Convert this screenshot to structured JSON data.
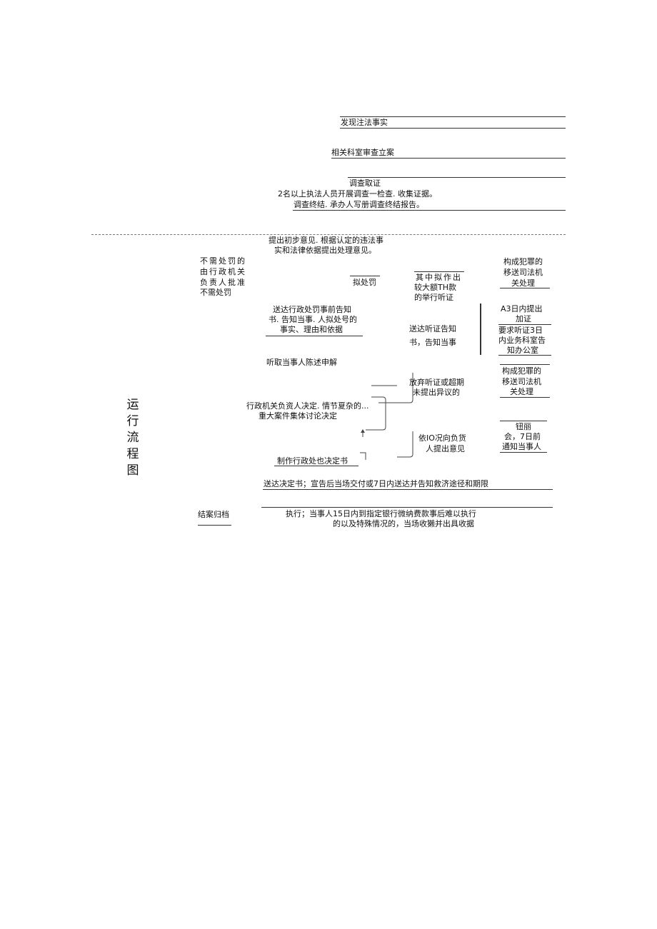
{
  "flowchart": {
    "nodes": {
      "discover": "发现注法事实",
      "register": "相关科室审查立案",
      "investigate": "调查取证",
      "investigate_detail": "2名以上执法人员开展调查一检查. 收集证据。",
      "investigate_end": "调查终结. 承办人写册调查终结报告。",
      "opinion_line1": "提出初步意见. 根据认定的违法事",
      "opinion_line2": "实和法律依据提出处理意见。",
      "no_penalty_line1": "不需处罚的",
      "no_penalty_line2": "由行政机关",
      "no_penalty_line3": "负责人批准",
      "no_penalty_line4": "不需处罚",
      "proposed_penalty": "拟处罚",
      "hearing_large_line1": "其中拟作出",
      "hearing_large_line2": "较大额TH款",
      "hearing_large_line3": "的举行听证",
      "crime_transfer_a_line1": "构成犯罪的",
      "crime_transfer_a_line2": "移送司法机",
      "crime_transfer_a_line3": "关处理",
      "notice_line1": "送达行政处罚事前告知",
      "notice_line2": "书. 告知当事. 人拟处号的",
      "notice_line3": "事实、理由和依据",
      "hearing_notice_line1": "送达听证告知",
      "hearing_notice_line2": "书，告知当事",
      "a3_line1": "A3日内提出",
      "a3_line2": "加证",
      "request_hearing_line1": "要求听证3日",
      "request_hearing_line2": "内业务科室告",
      "request_hearing_line3": "知办公室",
      "listen": "听取当事人陈述申解",
      "waive_line1": "放弃听证或超期",
      "waive_line2": "未提出异议的",
      "crime_transfer_b_line1": "构成犯罪的",
      "crime_transfer_b_line2": "移送司法机",
      "crime_transfer_b_line3": "关处理",
      "decision_line1": "行政机关负资人决定. 情节夏杂的...",
      "decision_line2": "重大案件集体讨论决定",
      "hearing_meeting_line1": "钮丽",
      "hearing_meeting_line2": "会，7日前",
      "hearing_meeting_line3": "通知当事人",
      "legal_opinion_line1": "依IO况向负货",
      "legal_opinion_line2": "人提出意见",
      "make_decision": "制作行政处也决定书",
      "deliver_decision": "送达决定书；宣告后当场交付或7日内送达并告知救济途径和期限",
      "execute_line1": "执行；当事人15日内到指定银行微纳费款事后难以执行",
      "execute_line2": "的以及特殊情况的，当场收獭并出具收据",
      "archive": "结案归档"
    },
    "sidebar_title": [
      "运",
      "行",
      "流",
      "程",
      "图"
    ]
  }
}
